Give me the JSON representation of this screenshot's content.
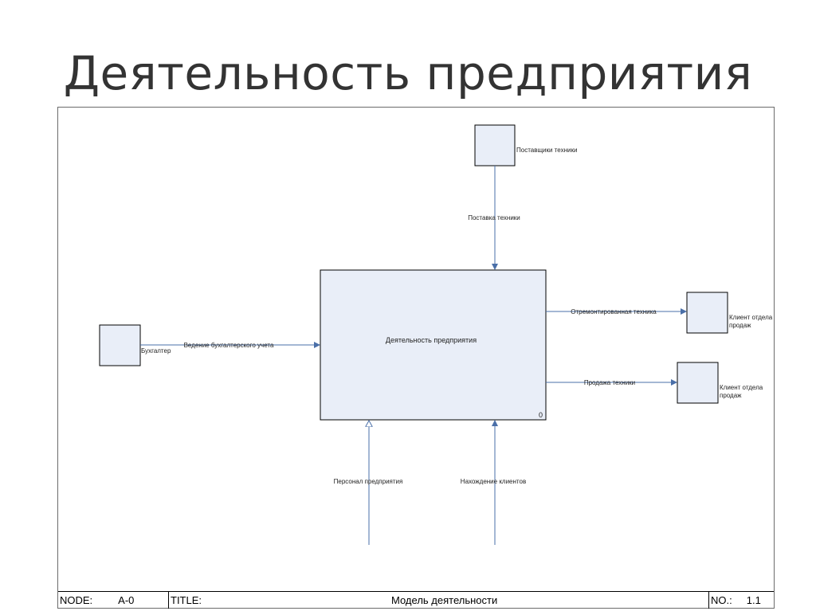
{
  "slide": {
    "title": "Деятельность предприятия"
  },
  "diagram": {
    "main_box": {
      "label": "Деятельность предприятия",
      "number": "0"
    },
    "entities": {
      "supplier": "Поставщики техники",
      "accountant": "Бухгалтер",
      "client_1": "Клиент отдела продаж",
      "client_2": "Клиент отдела продаж"
    },
    "arrows": {
      "supply": "Поставка техники",
      "accounting": "Ведение бухгалтерского учета",
      "repaired": "Отремонтированная техника",
      "sales": "Продажа техники",
      "staff": "Персонал предприятия",
      "clients": "Нахождение клиентов"
    },
    "colors": {
      "box_fill": "#e9eef8",
      "arrow": "#4a6fa8",
      "box_border": "#000000"
    }
  },
  "footer": {
    "node_label": "NODE:",
    "node_value": "A-0",
    "title_label": "TITLE:",
    "title_value": "Модель деятельности",
    "no_label": "NO.:",
    "no_value": "1.1"
  }
}
